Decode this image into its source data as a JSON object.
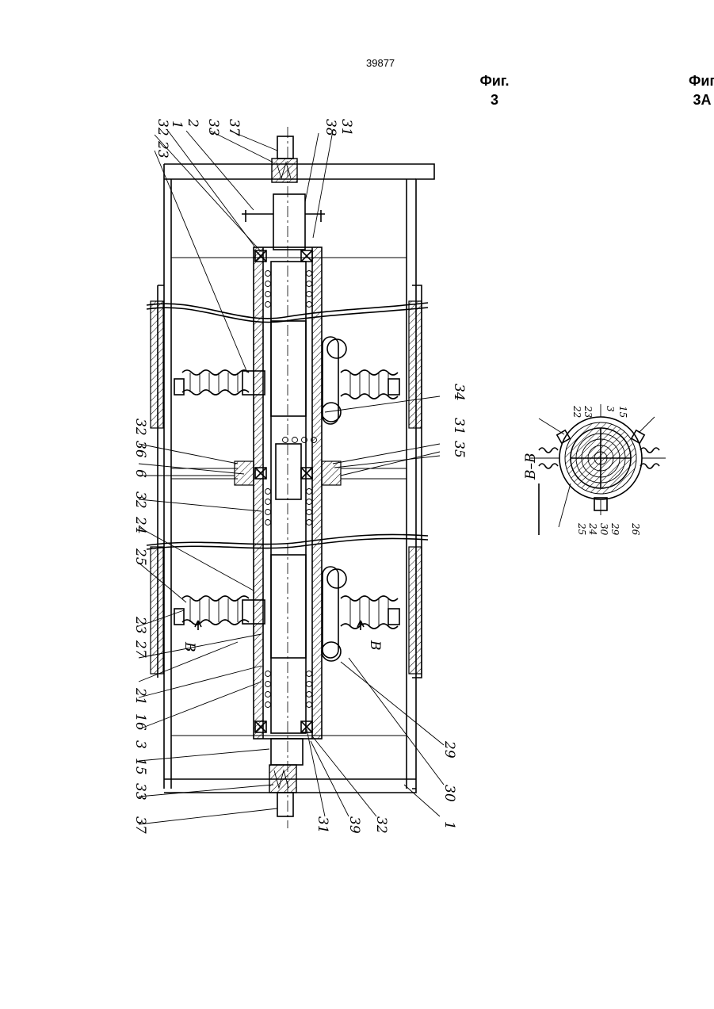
{
  "page": {
    "number": "39877"
  },
  "figures": [
    {
      "id": "fig3",
      "label_line1": "Фиг.",
      "label_line2": "3"
    },
    {
      "id": "fig3a",
      "label_line1": "Фиг",
      "label_line2": "3А"
    }
  ],
  "fig3_callouts": [
    "32",
    "1",
    "2",
    "33",
    "37",
    "38",
    "31",
    "23",
    "34",
    "36",
    "32",
    "35",
    "31",
    "6",
    "32",
    "24",
    "25",
    "23",
    "27",
    "21",
    "16",
    "3",
    "15",
    "33",
    "37",
    "31",
    "39",
    "32",
    "1",
    "30",
    "29",
    "В",
    "В"
  ],
  "fig3a": {
    "section_title": "В–В",
    "callouts_top": [
      "22",
      "23",
      "3",
      "15"
    ],
    "callouts_bottom": [
      "25",
      "24",
      "30",
      "29",
      "26"
    ]
  }
}
